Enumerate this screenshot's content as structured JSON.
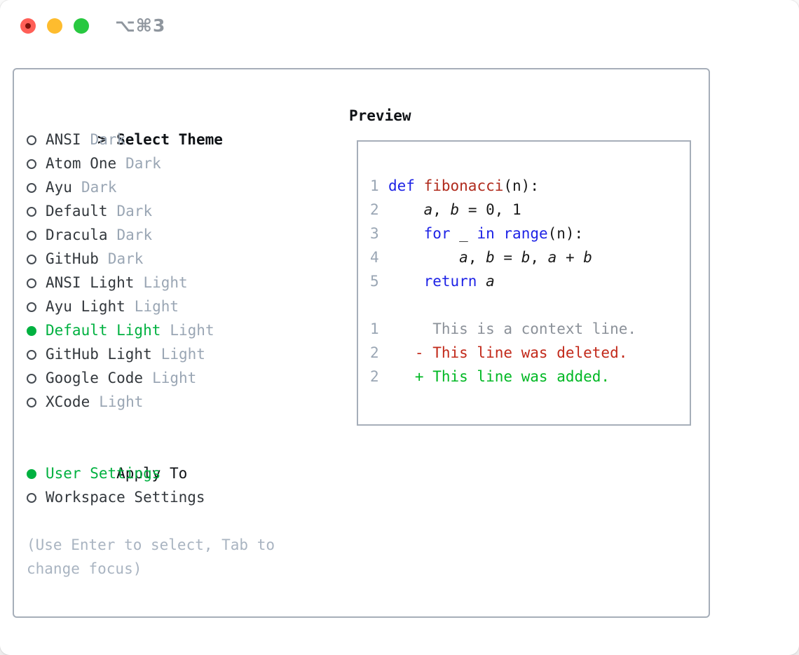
{
  "titlebar": {
    "shortcut_label": "⌥⌘3"
  },
  "panel": {
    "theme_list": {
      "prompt": ">",
      "title": "Select Theme",
      "items": [
        {
          "name": "ANSI",
          "tag": "Dark",
          "selected": false
        },
        {
          "name": "Atom One",
          "tag": "Dark",
          "selected": false
        },
        {
          "name": "Ayu",
          "tag": "Dark",
          "selected": false
        },
        {
          "name": "Default",
          "tag": "Dark",
          "selected": false
        },
        {
          "name": "Dracula",
          "tag": "Dark",
          "selected": false
        },
        {
          "name": "GitHub",
          "tag": "Dark",
          "selected": false
        },
        {
          "name": "ANSI Light",
          "tag": "Light",
          "selected": false
        },
        {
          "name": "Ayu Light",
          "tag": "Light",
          "selected": false
        },
        {
          "name": "Default Light",
          "tag": "Light",
          "selected": true
        },
        {
          "name": "GitHub Light",
          "tag": "Light",
          "selected": false
        },
        {
          "name": "Google Code",
          "tag": "Light",
          "selected": false
        },
        {
          "name": "XCode",
          "tag": "Light",
          "selected": false
        }
      ]
    },
    "apply_to": {
      "title": "Apply To",
      "options": [
        {
          "name": "User Settings",
          "selected": true
        },
        {
          "name": "Workspace Settings",
          "selected": false
        }
      ]
    },
    "hint_lines": [
      "(Use Enter to select, Tab to",
      "change focus)"
    ],
    "preview": {
      "title": "Preview",
      "code_lines": [
        {
          "num": "1",
          "segments": [
            {
              "text": "def",
              "cls": "kw"
            },
            {
              "text": " ",
              "cls": "pl"
            },
            {
              "text": "fibonacci",
              "cls": "fn"
            },
            {
              "text": "(n):",
              "cls": "pl"
            }
          ]
        },
        {
          "num": "2",
          "segments": [
            {
              "text": "    ",
              "cls": "pl"
            },
            {
              "text": "a",
              "cls": "var"
            },
            {
              "text": ", ",
              "cls": "pl"
            },
            {
              "text": "b",
              "cls": "var"
            },
            {
              "text": " = 0, 1",
              "cls": "pl"
            }
          ]
        },
        {
          "num": "3",
          "segments": [
            {
              "text": "    ",
              "cls": "pl"
            },
            {
              "text": "for",
              "cls": "kw"
            },
            {
              "text": " _ ",
              "cls": "pl"
            },
            {
              "text": "in",
              "cls": "kw"
            },
            {
              "text": " ",
              "cls": "pl"
            },
            {
              "text": "range",
              "cls": "kw"
            },
            {
              "text": "(n):",
              "cls": "pl"
            }
          ]
        },
        {
          "num": "4",
          "segments": [
            {
              "text": "        ",
              "cls": "pl"
            },
            {
              "text": "a",
              "cls": "var"
            },
            {
              "text": ", ",
              "cls": "pl"
            },
            {
              "text": "b",
              "cls": "var"
            },
            {
              "text": " = ",
              "cls": "pl"
            },
            {
              "text": "b",
              "cls": "var"
            },
            {
              "text": ", ",
              "cls": "pl"
            },
            {
              "text": "a",
              "cls": "var"
            },
            {
              "text": " + ",
              "cls": "pl"
            },
            {
              "text": "b",
              "cls": "var"
            }
          ]
        },
        {
          "num": "5",
          "segments": [
            {
              "text": "    ",
              "cls": "pl"
            },
            {
              "text": "return",
              "cls": "kw"
            },
            {
              "text": " ",
              "cls": "pl"
            },
            {
              "text": "a",
              "cls": "var"
            }
          ]
        },
        {
          "num": "",
          "segments": []
        },
        {
          "num": "1",
          "segments": [
            {
              "text": "     This is a context line.",
              "cls": "ctx"
            }
          ]
        },
        {
          "num": "2",
          "segments": [
            {
              "text": "   - This line was deleted.",
              "cls": "del"
            }
          ]
        },
        {
          "num": "2",
          "segments": [
            {
              "text": "   + This line was added.",
              "cls": "add"
            }
          ]
        }
      ]
    }
  },
  "colors": {
    "accent-green": "#00b140",
    "diff-add": "#00b824",
    "diff-del": "#c2291a",
    "diff-ctx": "#8b9199",
    "keyword-blue": "#1e23e6",
    "function-red": "#b02b1d",
    "muted-gray": "#9aa6b4",
    "hint-gray": "#a9b4c1",
    "text-dark": "#33383d",
    "heading-black": "#0f1216",
    "border-gray": "#a6aeb9",
    "titlebar-gray": "#8f969e",
    "traffic-red": "#ff5f57",
    "traffic-red-dot": "#7e130c",
    "traffic-yellow": "#febc2e",
    "traffic-green": "#28c840"
  }
}
